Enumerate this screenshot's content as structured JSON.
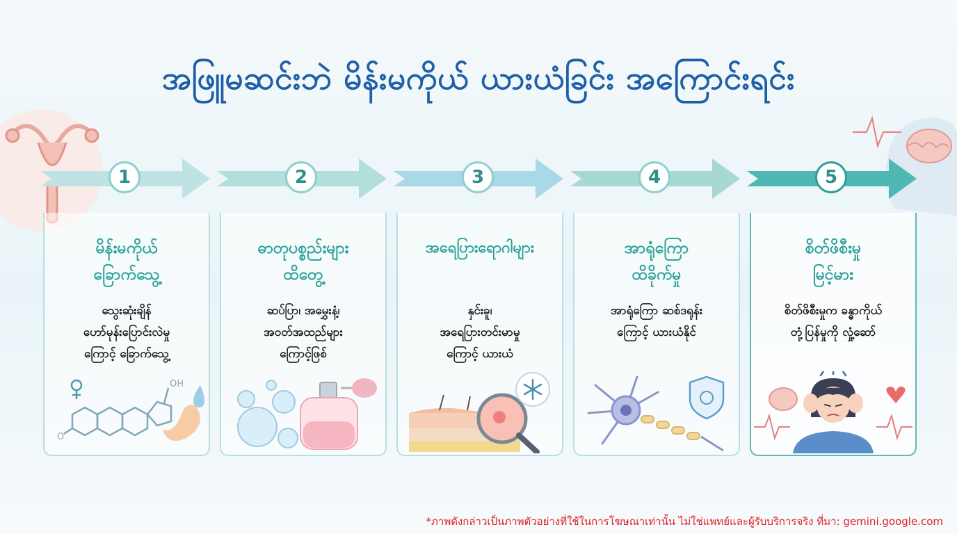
{
  "header": {
    "title": "အဖြူမဆင်းဘဲ မိန်းမကိုယ် ယားယံခြင်း အကြောင်းရင်း"
  },
  "steps": [
    {
      "number": "1",
      "title": "မိန်းမကိုယ်\nခြောက်သွေ့",
      "description": "သွေးဆုံးချိန်\nဟော်မုန်းပြောင်းလဲမှု\nကြောင့် ခြောက်သွေ့",
      "icon": "hormone-molecule-icon"
    },
    {
      "number": "2",
      "title": "ဓာတုပစ္စည်းများ\nထိတွေ့",
      "description": "ဆပ်ပြာ၊ အမွှေးနံ့၊\nအဝတ်အထည်များ\nကြောင့်ဖြစ်",
      "icon": "soap-perfume-icon"
    },
    {
      "number": "3",
      "title": "အရေပြားရောဂါများ",
      "description": "နှင်းခူ၊\nအရေပြားတင်းမာမှု\nကြောင့် ယားယံ",
      "icon": "skin-magnifier-icon"
    },
    {
      "number": "4",
      "title": "အာရုံကြော\nထိခိုက်မှု",
      "description": "အာရုံကြော ဆစ်ဒရုန်း\nကြောင့် ယားယံနိုင်",
      "icon": "nerve-cell-icon"
    },
    {
      "number": "5",
      "title": "စိတ်ဖိစီးမှု\nမြင့်မား",
      "description": "စိတ်ဖိစီးမှုက ခန္ဓာကိုယ်\nတုံ့ပြန်မှုကို လှုံ့ဆော်",
      "icon": "stressed-woman-icon"
    }
  ],
  "footer": {
    "note": "*ภาพดังกล่าวเป็นภาพตัวอย่างที่ใช้ในการโฆษณาเท่านั้น ไม่ใช่แพทย์และผู้รับบริการจริง ที่มา: gemini.google.com"
  },
  "colors": {
    "title": "#1f5fa8",
    "accent": "#2ba29a",
    "footer": "#e02020"
  }
}
